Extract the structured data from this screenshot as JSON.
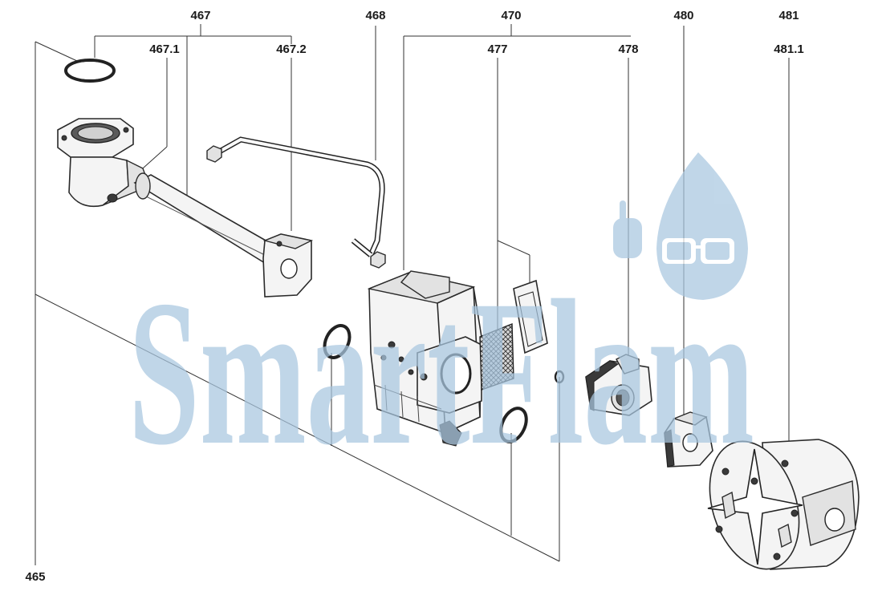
{
  "labels": {
    "l465": "465",
    "l467": "467",
    "l4671": "467.1",
    "l4672": "467.2",
    "l468": "468",
    "l470": "470",
    "l477": "477",
    "l478": "478",
    "l480": "480",
    "l481": "481",
    "l4811": "481.1"
  },
  "watermark": {
    "text": "SmartFlam",
    "color": "#a9c7e0",
    "icon": "flame-with-glasses-icon"
  }
}
